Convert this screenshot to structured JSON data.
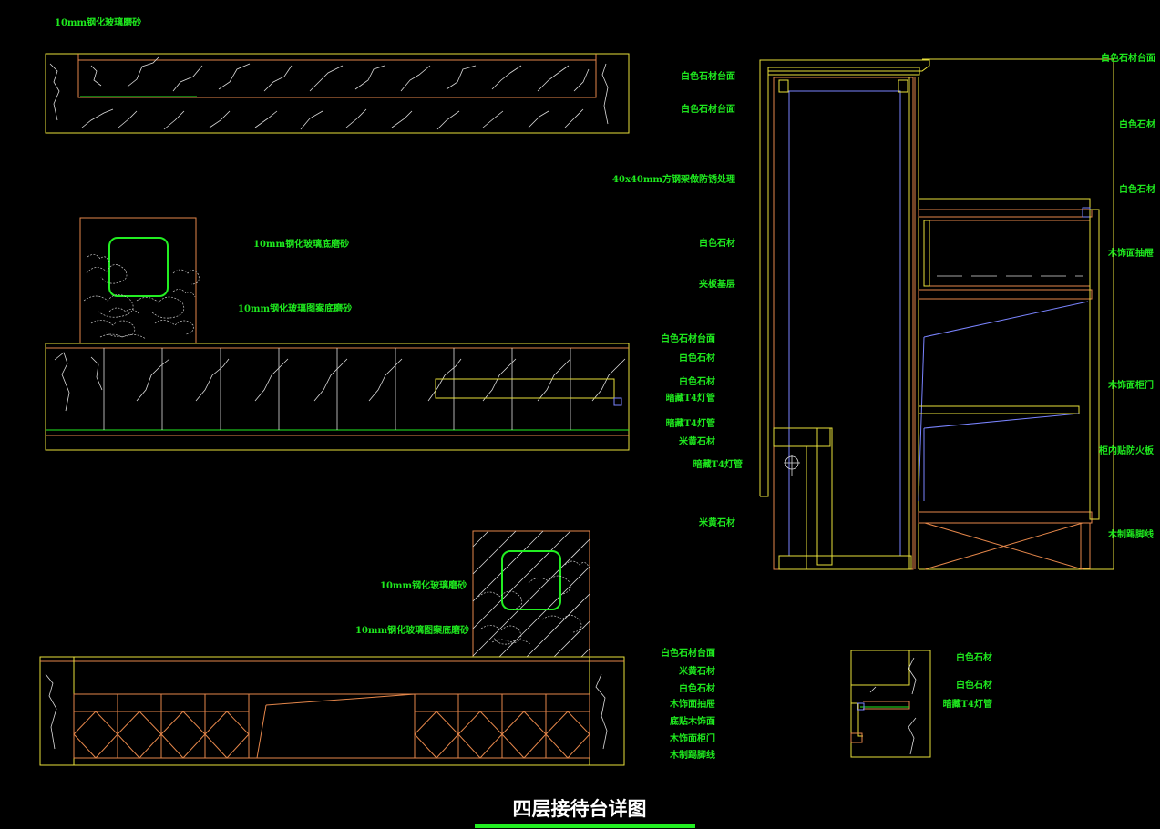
{
  "title": "四层接待台详图",
  "labels": {
    "top_plan_glass": "10mm钢化玻璃磨砂",
    "front_glass_1": "10mm钢化玻璃底磨砂",
    "front_glass_2": "10mm钢化玻璃图案底磨砂",
    "back_glass_1": "10mm钢化玻璃磨砂",
    "back_glass_2": "10mm钢化玻璃图案底磨砂",
    "mid_col": [
      "白色石材台面",
      "白色石材台面",
      "40x40mm方钢架做防锈处理",
      "白色石材",
      "夹板基层",
      "白色石材台面",
      "白色石材",
      "白色石材",
      "暗藏T4灯管",
      "暗藏T4灯管",
      "米黄石材",
      "暗藏T4灯管",
      "米黄石材"
    ],
    "right_col": [
      "白色石材台面",
      "白色石材",
      "白色石材",
      "木饰面抽屉",
      "木饰面柜门",
      "柜内贴防火板",
      "木制踢脚线"
    ],
    "bottom_col": [
      "白色石材台面",
      "米黄石材",
      "白色石材",
      "木饰面抽屉",
      "底贴木饰面",
      "木饰面柜门",
      "木制踢脚线"
    ],
    "detail_col": [
      "白色石材",
      "白色石材",
      "暗藏T4灯管"
    ]
  }
}
